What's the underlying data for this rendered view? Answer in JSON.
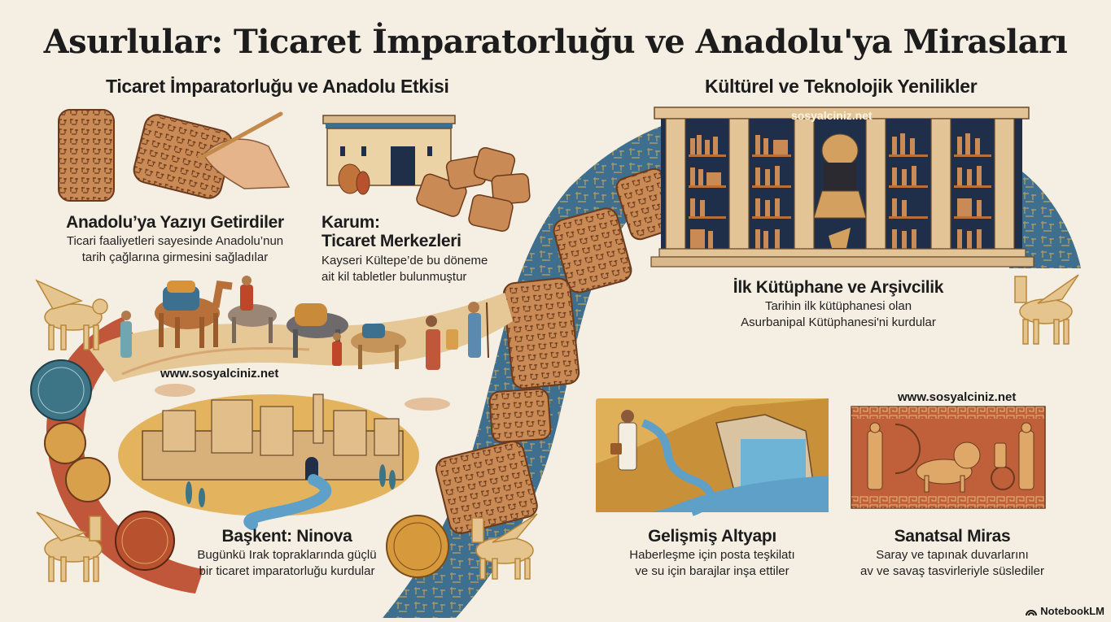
{
  "title": "Asurlular: Ticaret İmparatorluğu ve Anadolu'ya Mirasları",
  "sections": {
    "left": {
      "title": "Ticaret İmparatorluğu ve Anadolu Etkisi"
    },
    "right": {
      "title": "Kültürel ve Teknolojik Yenilikler"
    }
  },
  "cards": {
    "writing": {
      "heading": "Anadolu’ya Yazıyı Getirdiler",
      "desc_line1": "Ticari faaliyetleri sayesinde Anadolu’nun",
      "desc_line2": "tarih çağlarına girmesini sağladılar"
    },
    "karum": {
      "heading_line1": "Karum:",
      "heading_line2": "Ticaret Merkezleri",
      "desc_line1": "Kayseri Kültepe’de bu döneme",
      "desc_line2": "ait kil tabletler bulunmuştur"
    },
    "library": {
      "heading": "İlk Kütüphane ve Arşivcilik",
      "desc_line1": "Tarihin ilk kütüphanesi olan",
      "desc_line2": "Asurbanipal Kütüphanesi'ni kurdular"
    },
    "capital": {
      "heading": "Başkent: Ninova",
      "desc_line1": "Bugünkü Irak topraklarında güçlü",
      "desc_line2": "bir ticaret imparatorluğu kurdular"
    },
    "infrastructure": {
      "heading": "Gelişmiş Altyapı",
      "desc_line1": "Haberleşme için posta teşkilatı",
      "desc_line2": "ve su için barajlar inşa ettiler"
    },
    "art": {
      "heading": "Sanatsal Miras",
      "desc_line1": "Saray ve tapınak duvarlarını",
      "desc_line2": "av ve savaş tasvirleriyle süslediler"
    }
  },
  "watermarks": {
    "library": "sosyalciniz.net",
    "caravan": "www.sosyalciniz.net",
    "art": "www.sosyalciniz.net"
  },
  "footer": {
    "brand": "NotebookLM"
  },
  "colors": {
    "background": "#f5efe3",
    "clay": "#c98a55",
    "clay_dark": "#8a4a25",
    "river_blue": "#3e6f8e",
    "terracotta_path": "#c0573a",
    "sand": "#dcb47a",
    "library_navy": "#1f2f4a",
    "stone": "#d9b98a"
  }
}
